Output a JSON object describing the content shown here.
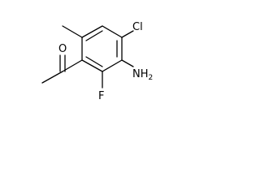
{
  "molecule": {
    "labels": {
      "oxygen": "O",
      "chlorine": "Cl",
      "amine_n": "NH",
      "amine_sub": "2",
      "fluorine": "F"
    },
    "colors": {
      "bond": "#000000",
      "label": "#000000",
      "background": "#ffffff"
    }
  }
}
